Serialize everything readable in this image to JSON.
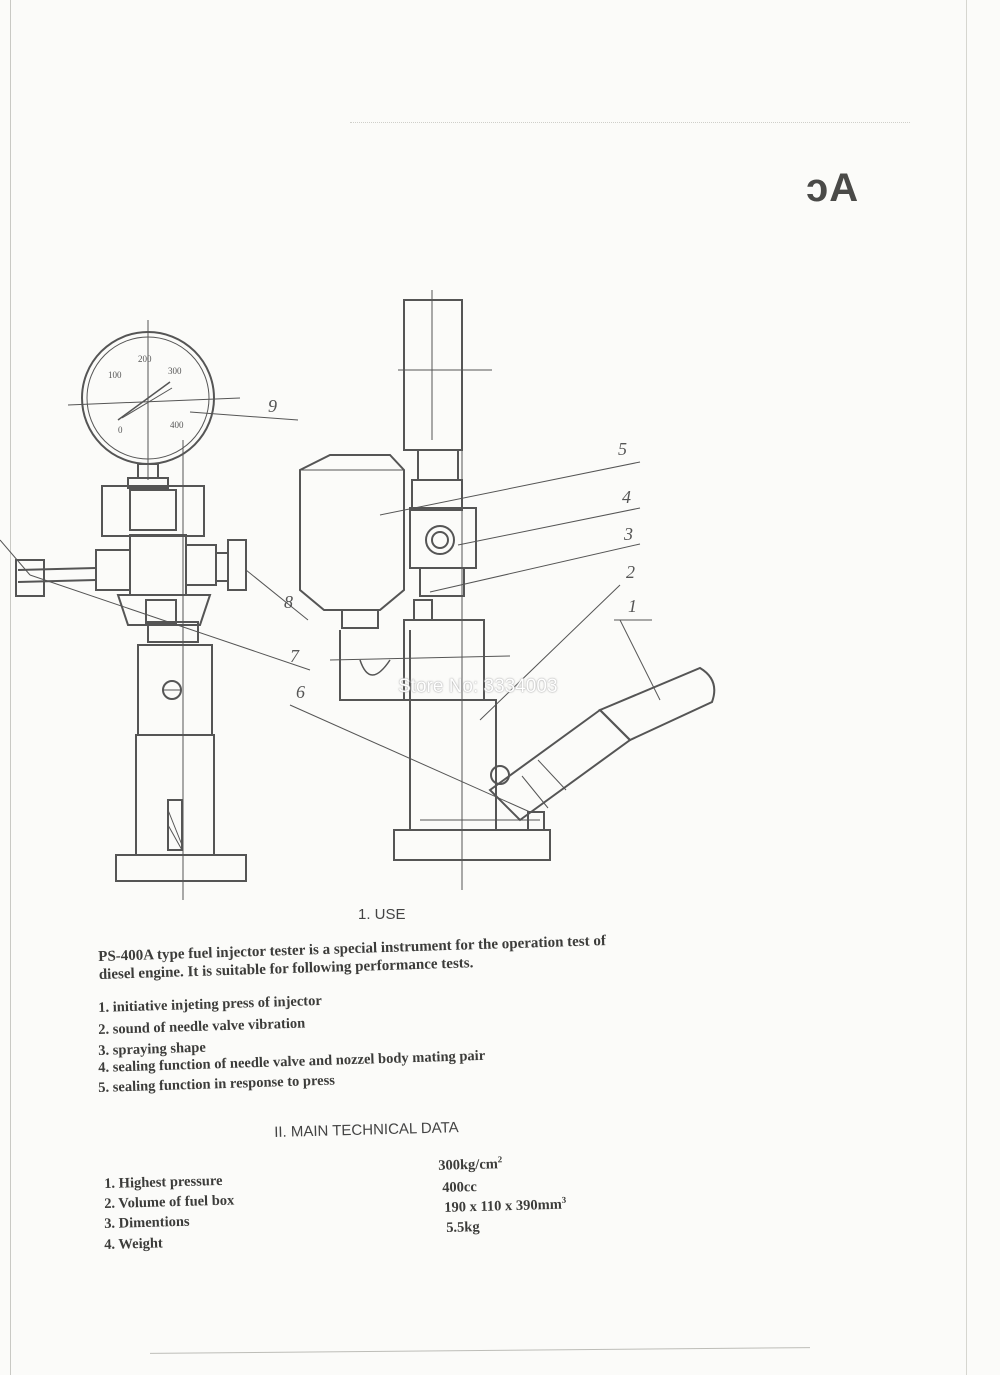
{
  "title_fragment": "ɔA",
  "watermark": "Store No: 3334003",
  "diagram": {
    "callouts": [
      "1",
      "2",
      "3",
      "4",
      "5",
      "6",
      "7",
      "8",
      "9"
    ],
    "gauge_ticks": [
      "0",
      "100",
      "200",
      "300",
      "400"
    ]
  },
  "use_section": {
    "heading": "1. USE",
    "intro_line1": "PS-400A type fuel injector tester is a special instrument for the operation test of",
    "intro_line2": "diesel engine. It is suitable for following performance tests.",
    "items": [
      {
        "num": "1.",
        "text": "initiative injeting press of injector"
      },
      {
        "num": "2.",
        "text": "sound of needle valve vibration"
      },
      {
        "num": "3.",
        "text": "spraying shape"
      },
      {
        "num": "4.",
        "text": "sealing function of needle valve and nozzel body mating pair"
      },
      {
        "num": "5.",
        "text": "sealing function in response to press"
      }
    ]
  },
  "tech_section": {
    "heading": "II. MAIN TECHNICAL DATA",
    "rows": [
      {
        "num": "1.",
        "label": "Highest pressure",
        "value": "300kg/cm",
        "sup": "2"
      },
      {
        "num": "2.",
        "label": "Volume of fuel box",
        "value": "400cc",
        "sup": ""
      },
      {
        "num": "3.",
        "label": "Dimentions",
        "value": "190 x 110 x 390mm",
        "sup": "3"
      },
      {
        "num": "4.",
        "label": "Weight",
        "value": "5.5kg",
        "sup": ""
      }
    ]
  }
}
